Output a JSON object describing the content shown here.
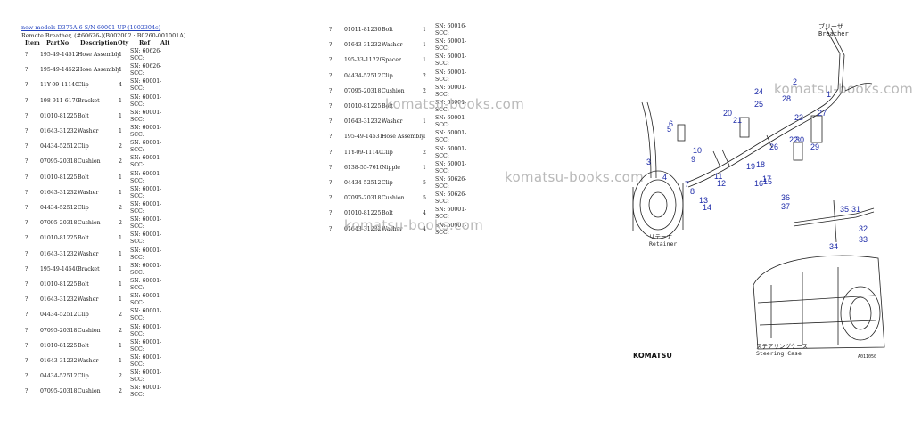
{
  "breadcrumb": "new models D375A-6 S/N 60001-UP (1002304c)",
  "subtitle": "Remote Breather, (#60626-)(B002002 : B0260-001001A)",
  "headers": {
    "item": "Item",
    "partno": "PartNo",
    "description": "Description",
    "qty": "Qty",
    "ref": "Ref",
    "alt": "Alt"
  },
  "left_rows": [
    {
      "item": "?",
      "partno": "195-49-14512",
      "desc": "Hose Assembly",
      "qty": "1",
      "sn1": "SN: 60626-",
      "sn2": "SCC:"
    },
    {
      "item": "?",
      "partno": "195-49-14522",
      "desc": "Hose Assembly",
      "qty": "1",
      "sn1": "SN: 60626-",
      "sn2": "SCC:"
    },
    {
      "item": "?",
      "partno": "11Y-09-11140",
      "desc": "Clip",
      "qty": "4",
      "sn1": "SN: 60001-",
      "sn2": "SCC:"
    },
    {
      "item": "?",
      "partno": "198-911-6170",
      "desc": "Bracket",
      "qty": "1",
      "sn1": "SN: 60001-",
      "sn2": "SCC:"
    },
    {
      "item": "?",
      "partno": "01010-81225",
      "desc": "Bolt",
      "qty": "1",
      "sn1": "SN: 60001-",
      "sn2": "SCC:"
    },
    {
      "item": "?",
      "partno": "01643-31232",
      "desc": "Washer",
      "qty": "1",
      "sn1": "SN: 60001-",
      "sn2": "SCC:"
    },
    {
      "item": "?",
      "partno": "04434-52512",
      "desc": "Clip",
      "qty": "2",
      "sn1": "SN: 60001-",
      "sn2": "SCC:"
    },
    {
      "item": "?",
      "partno": "07095-20318",
      "desc": "Cushion",
      "qty": "2",
      "sn1": "SN: 60001-",
      "sn2": "SCC:"
    },
    {
      "item": "?",
      "partno": "01010-81225",
      "desc": "Bolt",
      "qty": "1",
      "sn1": "SN: 60001-",
      "sn2": "SCC:"
    },
    {
      "item": "?",
      "partno": "01643-31232",
      "desc": "Washer",
      "qty": "1",
      "sn1": "SN: 60001-",
      "sn2": "SCC:"
    },
    {
      "item": "?",
      "partno": "04434-52512",
      "desc": "Clip",
      "qty": "2",
      "sn1": "SN: 60001-",
      "sn2": "SCC:"
    },
    {
      "item": "?",
      "partno": "07095-20318",
      "desc": "Cushion",
      "qty": "2",
      "sn1": "SN: 60001-",
      "sn2": "SCC:"
    },
    {
      "item": "?",
      "partno": "01010-81225",
      "desc": "Bolt",
      "qty": "1",
      "sn1": "SN: 60001-",
      "sn2": "SCC:"
    },
    {
      "item": "?",
      "partno": "01643-31232",
      "desc": "Washer",
      "qty": "1",
      "sn1": "SN: 60001-",
      "sn2": "SCC:"
    },
    {
      "item": "?",
      "partno": "195-49-14540",
      "desc": "Bracket",
      "qty": "1",
      "sn1": "SN: 60001-",
      "sn2": "SCC:"
    },
    {
      "item": "?",
      "partno": "01010-81225",
      "desc": "Bolt",
      "qty": "1",
      "sn1": "SN: 60001-",
      "sn2": "SCC:"
    },
    {
      "item": "?",
      "partno": "01643-31232",
      "desc": "Washer",
      "qty": "1",
      "sn1": "SN: 60001-",
      "sn2": "SCC:"
    },
    {
      "item": "?",
      "partno": "04434-52512",
      "desc": "Clip",
      "qty": "2",
      "sn1": "SN: 60001-",
      "sn2": "SCC:"
    },
    {
      "item": "?",
      "partno": "07095-20318",
      "desc": "Cushion",
      "qty": "2",
      "sn1": "SN: 60001-",
      "sn2": "SCC:"
    },
    {
      "item": "?",
      "partno": "01010-81225",
      "desc": "Bolt",
      "qty": "1",
      "sn1": "SN: 60001-",
      "sn2": "SCC:"
    },
    {
      "item": "?",
      "partno": "01643-31232",
      "desc": "Washer",
      "qty": "1",
      "sn1": "SN: 60001-",
      "sn2": "SCC:"
    },
    {
      "item": "?",
      "partno": "04434-52512",
      "desc": "Clip",
      "qty": "2",
      "sn1": "SN: 60001-",
      "sn2": "SCC:"
    },
    {
      "item": "?",
      "partno": "07095-20318",
      "desc": "Cushion",
      "qty": "2",
      "sn1": "SN: 60001-",
      "sn2": "SCC:"
    }
  ],
  "right_rows": [
    {
      "item": "?",
      "partno": "01011-81230",
      "desc": "Bolt",
      "qty": "1",
      "sn1": "SN: 60016-",
      "sn2": "SCC:"
    },
    {
      "item": "?",
      "partno": "01643-31232",
      "desc": "Washer",
      "qty": "1",
      "sn1": "SN: 60001-",
      "sn2": "SCC:"
    },
    {
      "item": "?",
      "partno": "195-33-11220",
      "desc": "Spacer",
      "qty": "1",
      "sn1": "SN: 60001-",
      "sn2": "SCC:"
    },
    {
      "item": "?",
      "partno": "04434-52512",
      "desc": "Clip",
      "qty": "2",
      "sn1": "SN: 60001-",
      "sn2": "SCC:"
    },
    {
      "item": "?",
      "partno": "07095-20318",
      "desc": "Cushion",
      "qty": "2",
      "sn1": "SN: 60001-",
      "sn2": "SCC:"
    },
    {
      "item": "?",
      "partno": "01010-81225",
      "desc": "Bolt",
      "qty": "1",
      "sn1": "SN: 60001-",
      "sn2": "SCC:"
    },
    {
      "item": "?",
      "partno": "01643-31232",
      "desc": "Washer",
      "qty": "1",
      "sn1": "SN: 60001-",
      "sn2": "SCC:"
    },
    {
      "item": "?",
      "partno": "195-49-14531",
      "desc": "Hose Assembly",
      "qty": "1",
      "sn1": "SN: 60001-",
      "sn2": "SCC:"
    },
    {
      "item": "?",
      "partno": "11Y-09-11140",
      "desc": "Clip",
      "qty": "2",
      "sn1": "SN: 60001-",
      "sn2": "SCC:"
    },
    {
      "item": "?",
      "partno": "6138-55-7610",
      "desc": "Nipple",
      "qty": "1",
      "sn1": "SN: 60001-",
      "sn2": "SCC:"
    },
    {
      "item": "?",
      "partno": "04434-52512",
      "desc": "Clip",
      "qty": "5",
      "sn1": "SN: 60626-",
      "sn2": "SCC:"
    },
    {
      "item": "?",
      "partno": "07095-20318",
      "desc": "Cushion",
      "qty": "5",
      "sn1": "SN: 60626-",
      "sn2": "SCC:"
    },
    {
      "item": "?",
      "partno": "01010-81225",
      "desc": "Bolt",
      "qty": "4",
      "sn1": "SN: 60001-",
      "sn2": "SCC:"
    },
    {
      "item": "?",
      "partno": "01643-31232",
      "desc": "Washer",
      "qty": "4",
      "sn1": "SN: 60001-",
      "sn2": "SCC:"
    }
  ],
  "watermark": "komatsu-books.com",
  "diagram": {
    "breather_jp": "ブリーザ",
    "breather_en": "Breather",
    "retainer_jp": "リテーナ",
    "retainer_en": "Retainer",
    "case_jp": "ステアリングケース",
    "case_en": "Steering Case",
    "brand": "KOMATSU",
    "code": "A011050",
    "callouts": [
      "1",
      "2",
      "3",
      "4",
      "5",
      "6",
      "7",
      "8",
      "9",
      "10",
      "11",
      "12",
      "13",
      "14",
      "15",
      "16",
      "17",
      "18",
      "19",
      "20",
      "21",
      "22",
      "23",
      "24",
      "25",
      "26",
      "27",
      "28",
      "29",
      "30",
      "31",
      "32",
      "33",
      "34",
      "35",
      "36",
      "37"
    ],
    "accent_color": "#1c2aa8"
  }
}
